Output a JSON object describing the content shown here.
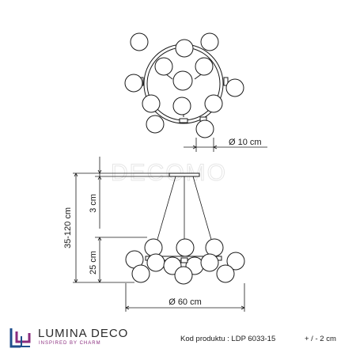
{
  "watermark": "DECOMO",
  "dimensions": {
    "ball_diameter": "Ø 10 cm",
    "total_height": "35-120 cm",
    "canopy_height": "3 cm",
    "body_height": "25 cm",
    "width": "Ø 60 cm"
  },
  "footer": {
    "brand": "LUMINA DECO",
    "tagline": "INSPIRED BY CHARM",
    "product_code": "Kod produktu : LDP 6033-15",
    "tolerance": "+ / - 2 cm"
  },
  "colors": {
    "line": "#1a1a1a",
    "logo_blue": "#1f4e8c",
    "logo_purple": "#8a2c7e"
  }
}
